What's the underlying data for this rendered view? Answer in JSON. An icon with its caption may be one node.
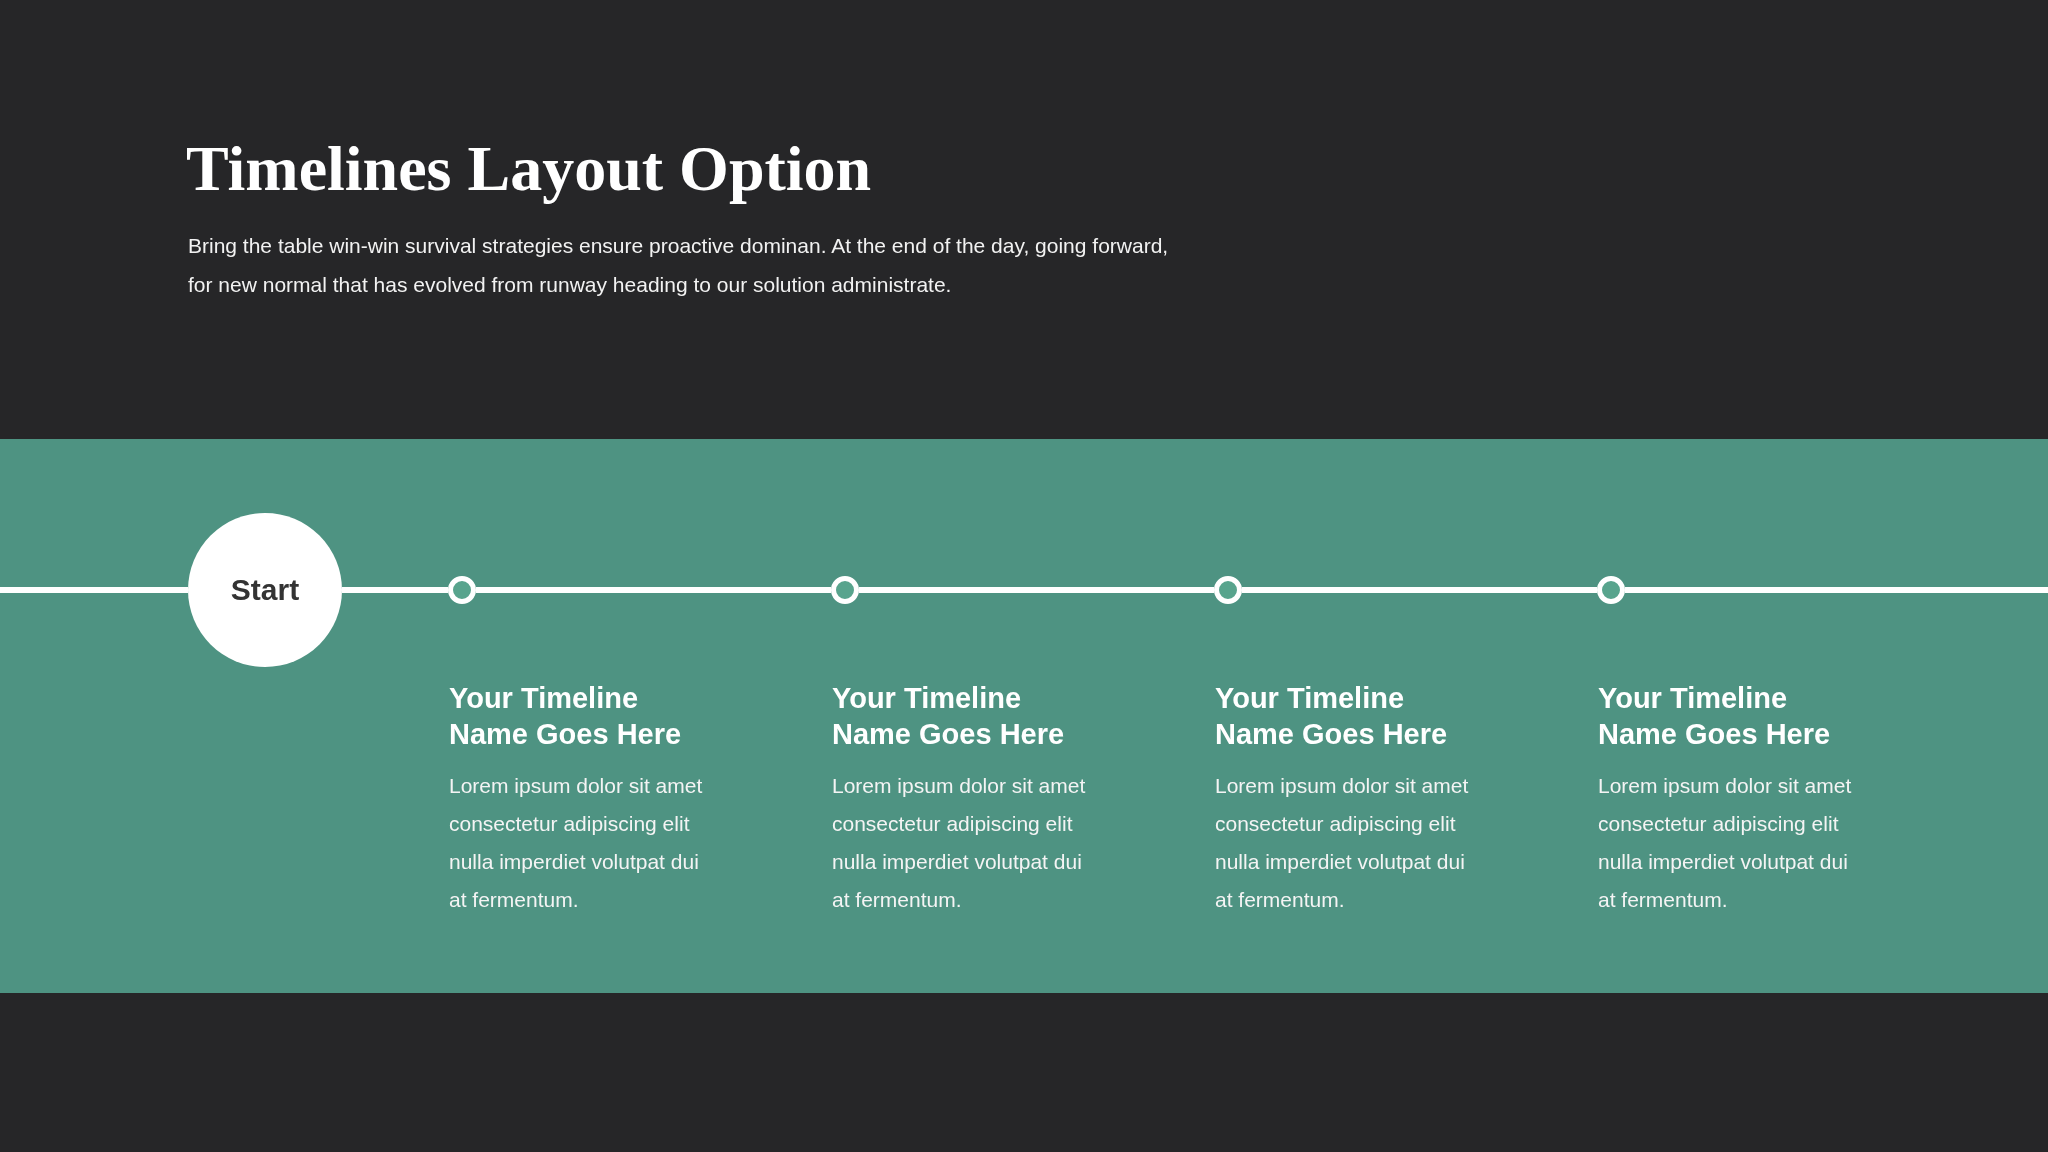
{
  "diagram": {
    "title": "Timelines Layout Option",
    "nodes": [
      {
        "text": [
          "Start"
        ]
      },
      {
        "text": [],
        "shape": "circle",
        "beside": [
          "Your Timeline Name Goes Here",
          "Lorem ipsum dolor sit amet consectetur adipiscing elit nulla imperdiet volutpat dui at fermentum."
        ]
      },
      {
        "text": [],
        "shape": "circle",
        "beside": [
          "Your Timeline Name Goes Here",
          "Lorem ipsum dolor sit amet consectetur adipiscing elit nulla imperdiet volutpat dui at fermentum."
        ]
      },
      {
        "text": [],
        "shape": "circle",
        "beside": [
          "Your Timeline Name Goes Here",
          "Lorem ipsum dolor sit amet consectetur adipiscing elit nulla imperdiet volutpat dui at fermentum."
        ]
      },
      {
        "text": [],
        "shape": "circle",
        "beside": [
          "Your Timeline Name Goes Here",
          "Lorem ipsum dolor sit amet consectetur adipiscing elit nulla imperdiet volutpat dui at fermentum."
        ]
      }
    ],
    "edges": [
      {
        "from": null,
        "to": 0,
        "arrow": "none"
      },
      {
        "from": 0,
        "to": 1,
        "arrow": "none"
      },
      {
        "from": 1,
        "to": 2,
        "arrow": "none"
      },
      {
        "from": 2,
        "to": 3,
        "arrow": "none"
      },
      {
        "from": 3,
        "to": 4,
        "arrow": "none"
      },
      {
        "from": 4,
        "to": null,
        "arrow": "none"
      }
    ],
    "labels": [
      "Bring the table win-win survival strategies ensure proactive dominan. At the end of the day, going forward, for new normal that has evolved from runway heading to our solution administrate."
    ]
  }
}
